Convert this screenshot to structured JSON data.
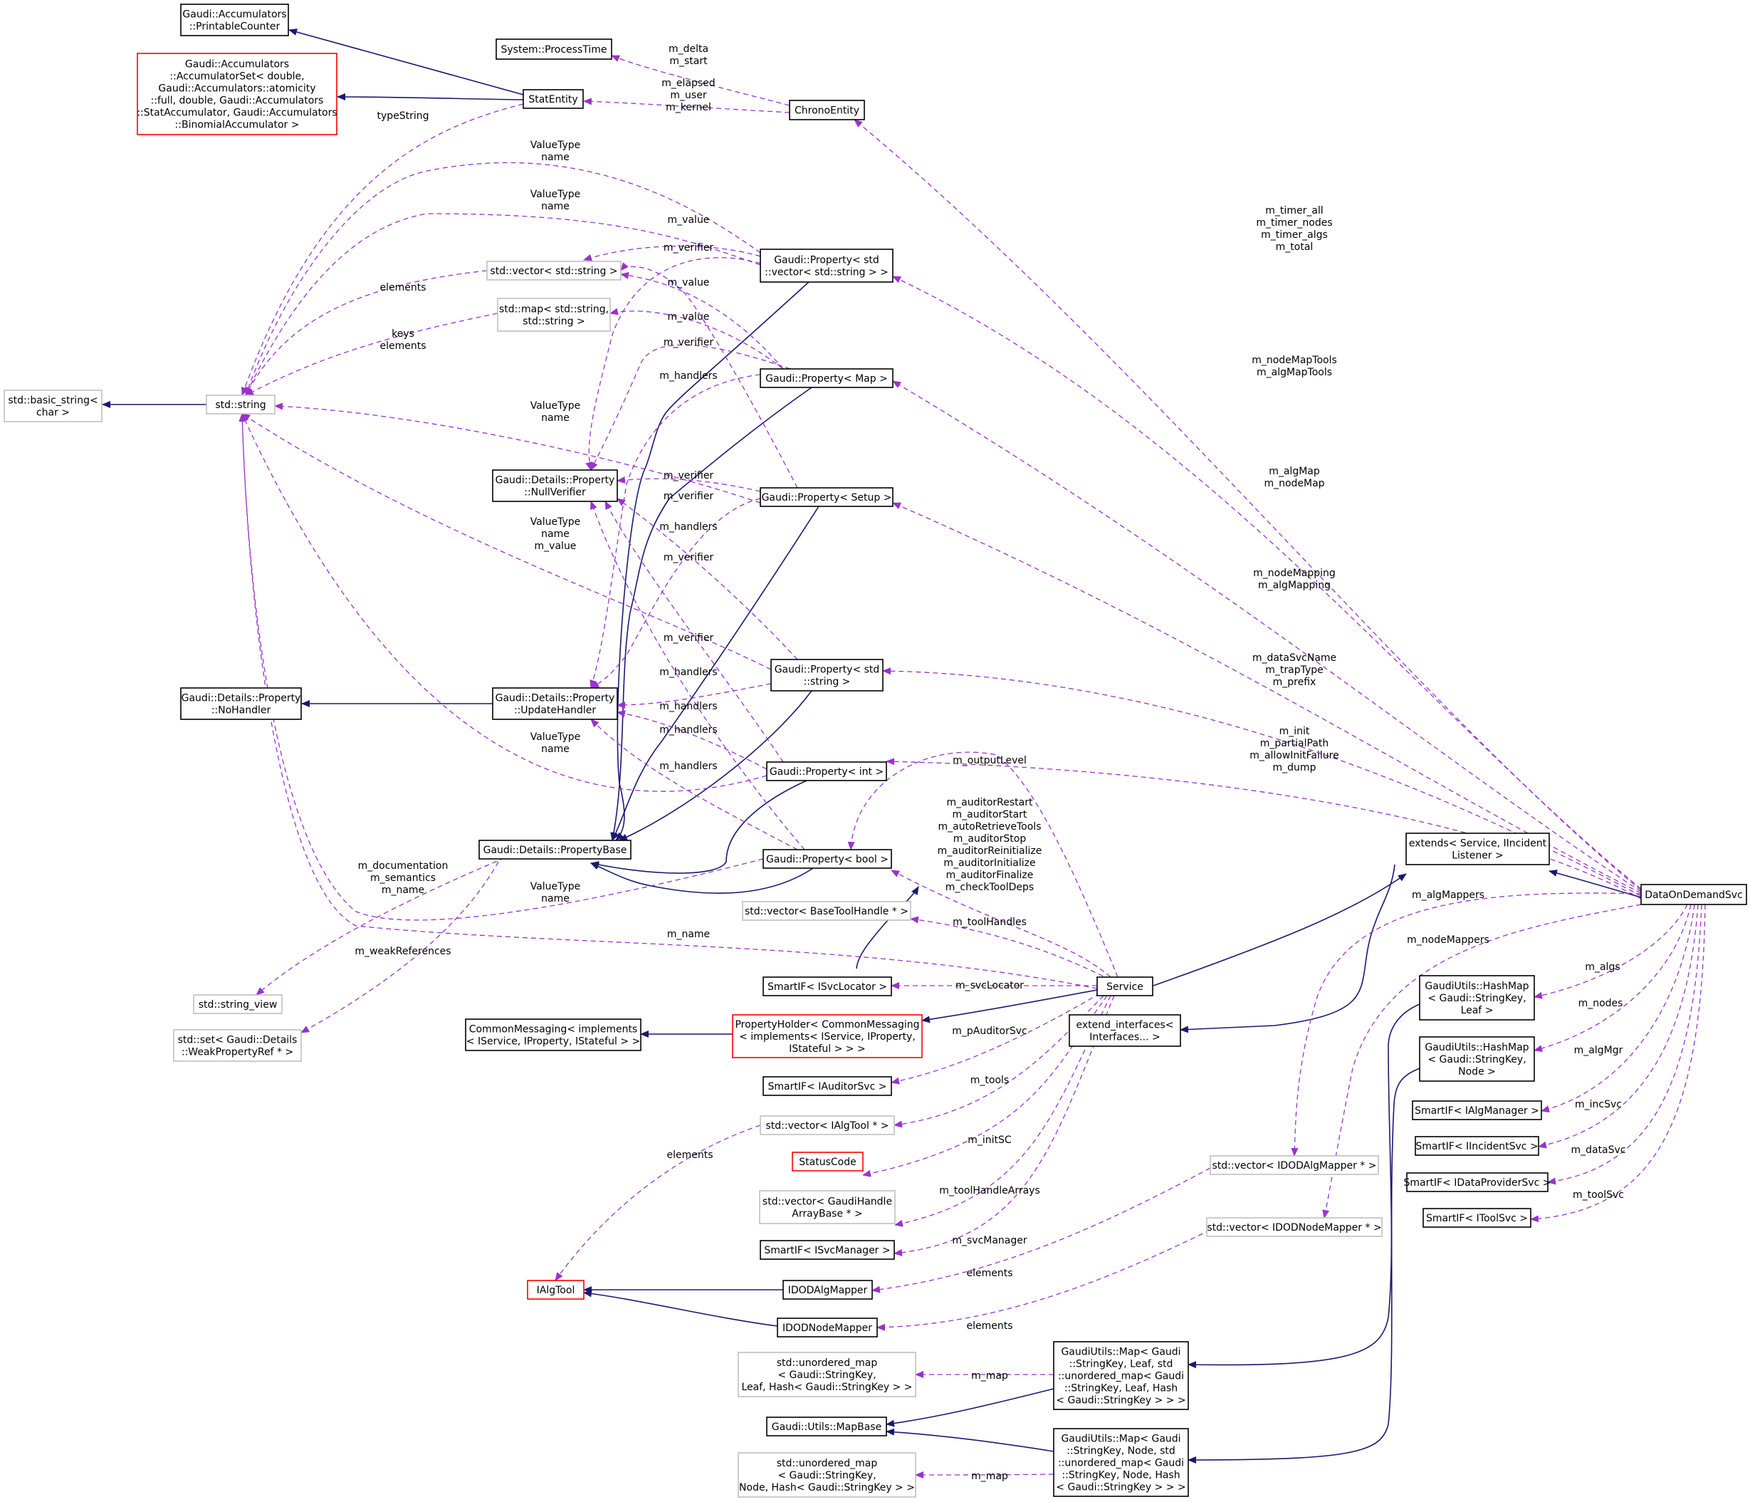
{
  "colors": {
    "inherit": "#191970",
    "usage": "#9a32cd",
    "border_normal": "#000000",
    "border_external": "#bfbfbf",
    "border_undocumented": "#ff0000",
    "focus_fill": "#bfbfbf"
  },
  "nodes": {
    "printable_counter": [
      "Gaudi::Accumulators",
      "::PrintableCounter"
    ],
    "accumulator_set": [
      "Gaudi::Accumulators",
      "::AccumulatorSet< double,",
      " Gaudi::Accumulators::atomicity",
      "::full, double, Gaudi::Accumulators",
      "::StatAccumulator, Gaudi::Accumulators",
      "::BinomialAccumulator >"
    ],
    "process_time": [
      "System::ProcessTime"
    ],
    "stat_entity": [
      "StatEntity"
    ],
    "chrono_entity": [
      "ChronoEntity"
    ],
    "vector_string": [
      "std::vector< std::string >"
    ],
    "map_string": [
      "std::map< std::string,",
      "std::string >"
    ],
    "basic_string": [
      "std::basic_string<",
      "char >"
    ],
    "std_string": [
      "std::string"
    ],
    "null_verifier": [
      "Gaudi::Details::Property",
      "::NullVerifier"
    ],
    "no_handler": [
      "Gaudi::Details::Property",
      "::NoHandler"
    ],
    "update_handler": [
      "Gaudi::Details::Property",
      "::UpdateHandler"
    ],
    "property_base": [
      "Gaudi::Details::PropertyBase"
    ],
    "prop_vector": [
      "Gaudi::Property< std",
      "::vector< std::string > >"
    ],
    "prop_map": [
      "Gaudi::Property< Map >"
    ],
    "prop_setup": [
      "Gaudi::Property< Setup >"
    ],
    "prop_string": [
      "Gaudi::Property< std",
      "::string >"
    ],
    "prop_int": [
      "Gaudi::Property< int >"
    ],
    "prop_bool": [
      "Gaudi::Property< bool >"
    ],
    "vector_basetool": [
      "std::vector< BaseToolHandle * >"
    ],
    "string_view": [
      "std::string_view"
    ],
    "set_weak": [
      "std::set< Gaudi::Details",
      "::WeakPropertyRef * >"
    ],
    "smartif_svclocator": [
      "SmartIF< ISvcLocator >"
    ],
    "common_messaging": [
      "CommonMessaging< implements",
      "< IService, IProperty, IStateful > >"
    ],
    "property_holder": [
      "PropertyHolder< CommonMessaging",
      "< implements< IService, IProperty,",
      " IStateful > > >"
    ],
    "smartif_auditor": [
      "SmartIF< IAuditorSvc >"
    ],
    "vector_algtool": [
      "std::vector< IAlgTool * >"
    ],
    "status_code": [
      "StatusCode"
    ],
    "vector_gaudihandle": [
      "std::vector< GaudiHandle",
      "ArrayBase * >"
    ],
    "smartif_svcmanager": [
      "SmartIF< ISvcManager >"
    ],
    "ialgtool": [
      "IAlgTool"
    ],
    "ido_algmapper": [
      "IDODAlgMapper"
    ],
    "ido_nodemapper": [
      "IDODNodeMapper"
    ],
    "service": [
      "Service"
    ],
    "extend_interfaces": [
      "extend_interfaces<",
      "Interfaces... >"
    ],
    "extends": [
      "extends< Service, IIncident",
      "Listener >"
    ],
    "vector_algmapper": [
      "std::vector< IDODAlgMapper * >"
    ],
    "vector_nodemapper": [
      "std::vector< IDODNodeMapper * >"
    ],
    "unordered_leaf": [
      "std::unordered_map",
      "< Gaudi::StringKey,",
      " Leaf, Hash< Gaudi::StringKey > >"
    ],
    "unordered_node": [
      "std::unordered_map",
      "< Gaudi::StringKey,",
      " Node, Hash< Gaudi::StringKey > >"
    ],
    "map_base": [
      "Gaudi::Utils::MapBase"
    ],
    "gaudi_map_leaf": [
      "GaudiUtils::Map< Gaudi",
      "::StringKey, Leaf, std",
      "::unordered_map< Gaudi",
      "::StringKey, Leaf, Hash",
      "< Gaudi::StringKey > > >"
    ],
    "gaudi_map_node": [
      "GaudiUtils::Map< Gaudi",
      "::StringKey, Node, std",
      "::unordered_map< Gaudi",
      "::StringKey, Node, Hash",
      "< Gaudi::StringKey > > >"
    ],
    "hashmap_leaf": [
      "GaudiUtils::HashMap",
      "< Gaudi::StringKey,",
      " Leaf >"
    ],
    "hashmap_node": [
      "GaudiUtils::HashMap",
      "< Gaudi::StringKey,",
      " Node >"
    ],
    "smartif_algmanager": [
      "SmartIF< IAlgManager >"
    ],
    "smartif_incident": [
      "SmartIF< IIncidentSvc >"
    ],
    "smartif_dataprovider": [
      "SmartIF< IDataProviderSvc >"
    ],
    "smartif_toolsvc": [
      "SmartIF< IToolSvc >"
    ],
    "data_on_demand": [
      "DataOnDemandSvc"
    ]
  },
  "labels": {
    "delta_start": [
      "m_delta",
      "m_start"
    ],
    "elapsed": [
      "m_elapsed",
      "m_user",
      "m_kernel"
    ],
    "type_string": [
      "typeString"
    ],
    "value_type_name_1": [
      "ValueType",
      "name"
    ],
    "value_type_name_2": [
      "ValueType",
      "name"
    ],
    "elements_vec": [
      "elements"
    ],
    "keys_elements": [
      "keys",
      "elements"
    ],
    "value_type_name_3": [
      "ValueType",
      "name"
    ],
    "value_type_name_value": [
      "ValueType",
      "name",
      "m_value"
    ],
    "value_type_name_4": [
      "ValueType",
      "name"
    ],
    "value_type_name_5": [
      "ValueType",
      "name"
    ],
    "doc_sem_name": [
      "m_documentation",
      "m_semantics",
      "m_name"
    ],
    "weak_refs": [
      "m_weakReferences"
    ],
    "m_name": [
      "m_name"
    ],
    "m_value_1": [
      "m_value"
    ],
    "m_verifier_1": [
      "m_verifier"
    ],
    "m_value_2": [
      "m_value"
    ],
    "m_value_3": [
      "m_value"
    ],
    "m_verifier_2": [
      "m_verifier"
    ],
    "m_handlers_1": [
      "m_handlers"
    ],
    "m_verifier_3": [
      "m_verifier"
    ],
    "m_verifier_4": [
      "m_verifier"
    ],
    "m_handlers_2": [
      "m_handlers"
    ],
    "m_verifier_5": [
      "m_verifier"
    ],
    "m_verifier_6": [
      "m_verifier"
    ],
    "m_handlers_3": [
      "m_handlers"
    ],
    "m_handlers_4": [
      "m_handlers"
    ],
    "m_handlers_5": [
      "m_handlers"
    ],
    "m_handlers_6": [
      "m_handlers"
    ],
    "timers": [
      "m_timer_all",
      "m_timer_nodes",
      "m_timer_algs",
      "m_total"
    ],
    "map_tools": [
      "m_nodeMapTools",
      "m_algMapTools"
    ],
    "alg_map": [
      "m_algMap",
      "m_nodeMap"
    ],
    "mapping": [
      "m_nodeMapping",
      "m_algMapping"
    ],
    "svc_name": [
      "m_dataSvcName",
      "m_trapType",
      "m_prefix"
    ],
    "init_flags": [
      "m_init",
      "m_partialPath",
      "m_allowInitFailure",
      "m_dump"
    ],
    "output_level": [
      "m_outputLevel"
    ],
    "auditor_flags": [
      "m_auditorRestart",
      "m_auditorStart",
      "m_autoRetrieveTools",
      "m_auditorStop",
      "m_auditorReinitialize",
      "m_auditorInitialize",
      "m_auditorFinalize",
      "m_checkToolDeps"
    ],
    "tool_handles": [
      "m_toolHandles"
    ],
    "svc_locator": [
      "m_svcLocator"
    ],
    "p_auditor": [
      "m_pAuditorSvc"
    ],
    "m_tools": [
      "m_tools"
    ],
    "init_sc": [
      "m_initSC"
    ],
    "tool_handle_arrays": [
      "m_toolHandleArrays"
    ],
    "svc_manager": [
      "m_svcManager"
    ],
    "elements_algtool": [
      "elements"
    ],
    "elements_alg_mapper": [
      "elements"
    ],
    "elements_node_mapper": [
      "elements"
    ],
    "m_map_leaf": [
      "m_map"
    ],
    "m_map_node": [
      "m_map"
    ],
    "alg_mappers": [
      "m_algMappers"
    ],
    "node_mappers": [
      "m_nodeMappers"
    ],
    "m_algs": [
      "m_algs"
    ],
    "m_nodes": [
      "m_nodes"
    ],
    "m_alg_mgr": [
      "m_algMgr"
    ],
    "m_inc_svc": [
      "m_incSvc"
    ],
    "m_data_svc": [
      "m_dataSvc"
    ],
    "m_tool_svc": [
      "m_toolSvc"
    ]
  }
}
